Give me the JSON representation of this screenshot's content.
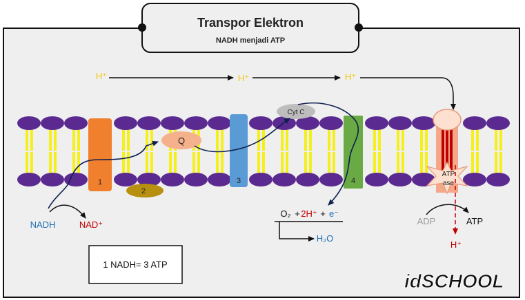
{
  "header": {
    "title": "Transpor Elektron",
    "subtitle": "NADH menjadi ATP"
  },
  "protons": {
    "label": "H⁺"
  },
  "complexes": {
    "c1": "1",
    "c2": "2",
    "c3": "3",
    "c4": "4",
    "q": "Q",
    "cytc": "Cyt C"
  },
  "atp_synthase": {
    "line1": "ATP",
    "line2": "ase"
  },
  "reactions": {
    "nadh": "NADH",
    "nad": "NAD⁺",
    "o2": "O₂",
    "plus1": "+",
    "h2": "2H⁺",
    "plus2": "+",
    "electron": "e⁻",
    "water": "H₂O",
    "adp": "ADP",
    "atp": "ATP",
    "h_out": "H⁺"
  },
  "summary": "1 NADH= 3 ATP",
  "logo": "idSCHOOL",
  "colors": {
    "lipid_head": "#5b2a91",
    "lipid_tail": "#f5ef1a",
    "complex1": "#f07f2e",
    "complex2": "#b8900f",
    "complex3": "#5a9bd5",
    "complex4": "#6aaa45",
    "q": "#f5b08c",
    "cytc": "#bdbdbd",
    "atpase": "#f4a88a",
    "proton": "#f5c400",
    "nadh": "#1f6fb5",
    "nad": "#c00000",
    "arrow": "#0d1f4d",
    "panel": "#efefef"
  }
}
